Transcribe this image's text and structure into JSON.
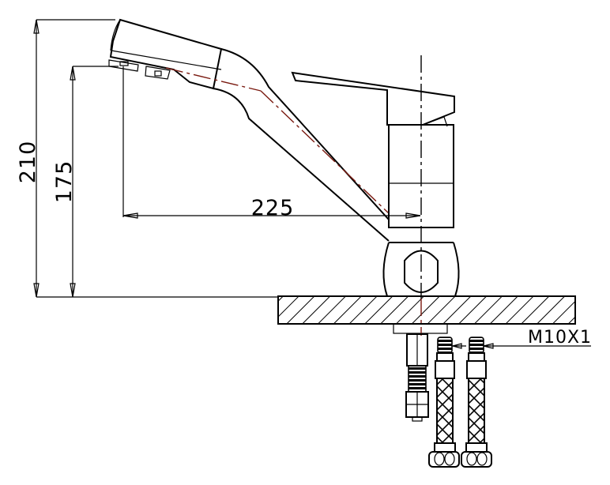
{
  "diagram": {
    "title": "",
    "type": "technical drawing - single-lever kitchen faucet side elevation",
    "dimensions": {
      "total_height": "210",
      "spout_height": "175",
      "spout_reach": "225",
      "thread_size": "M10X1"
    },
    "colors": {
      "line": "#000000",
      "centerline": "#7a1a10",
      "background": "#ffffff"
    }
  }
}
